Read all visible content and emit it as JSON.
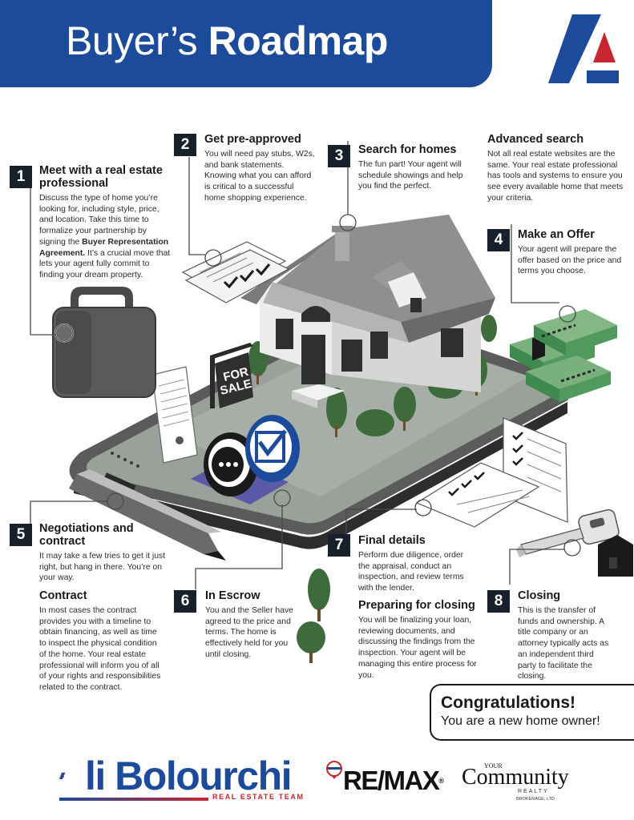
{
  "header": {
    "title_light": "Buyer’s",
    "title_bold": "Roadmap"
  },
  "steps": {
    "s1": {
      "num": "1",
      "title": "Meet with a real estate professional",
      "body_a": "Discuss the type of home you’re looking for, including style, price, and location. Take this time to formalize your partnership by signing the ",
      "body_bold": "Buyer Representation Agreement.",
      "body_b": " It’s a crucial move that lets your agent fully commit to finding your dream property."
    },
    "s2": {
      "num": "2",
      "title": "Get pre-approved",
      "body": "You will need pay stubs, W2s, and bank statements. Knowing what you can afford is critical to a successful home shopping experience."
    },
    "s3": {
      "num": "3",
      "title": "Search for homes",
      "body": "The fun part! Your agent will schedule showings and help you find the perfect."
    },
    "adv": {
      "title": "Advanced search",
      "body": "Not all real estate websites are the same. Your real estate professional has tools and systems to ensure you see every available home that meets your criteria."
    },
    "s4": {
      "num": "4",
      "title": "Make an Offer",
      "body": "Your agent will prepare the offer based on the price and terms you choose."
    },
    "s5": {
      "num": "5",
      "title": "Negotiations and contract",
      "body": "It may take a few tries to get it just right, but hang in there. You’re on your way."
    },
    "contract": {
      "title": "Contract",
      "body": "In most cases the contract provides you with a timeline to obtain financing, as well as time to inspect the physical condition of the home. Your real estate professional will inform you of all of your rights and responsibilities related to the contract."
    },
    "s6": {
      "num": "6",
      "title": "In Escrow",
      "body": "You and the Seller have agreed to the price and terms. The home is effectively held for you until closing."
    },
    "s7": {
      "num": "7",
      "title": "Final details",
      "body": "Perform due diligence, order the appraisal, conduct an inspection, and review terms with the lender."
    },
    "prep": {
      "title": "Preparing for closing",
      "body": "You will be finalizing your loan, reviewing documents, and discussing the findings from the inspection. Your agent will be managing this entire process for you."
    },
    "s8": {
      "num": "8",
      "title": "Closing",
      "body": "This is the transfer of funds and ownership. A title company or an attorney typically acts as an independent third party to facilitate the closing."
    }
  },
  "sign": {
    "line1": "FOR",
    "line2": "SALE"
  },
  "congrats": {
    "headline": "Congratulations!",
    "sub": "You are a new home owner!"
  },
  "footer": {
    "brand_name": "li Bolourchi",
    "brand_team": "REAL ESTATE TEAM",
    "remax": "RE/MAX",
    "remax_reg": "®",
    "your": "YOUR",
    "community": "Community",
    "realty": "REALTY",
    "brokerage": "BROKERAGE, LTD"
  },
  "colors": {
    "brand_blue": "#1d4b9c",
    "brand_red": "#c8262f",
    "number_box": "#17202b",
    "money_green": "#3f8a4e",
    "tree_green": "#3e6b3b"
  }
}
